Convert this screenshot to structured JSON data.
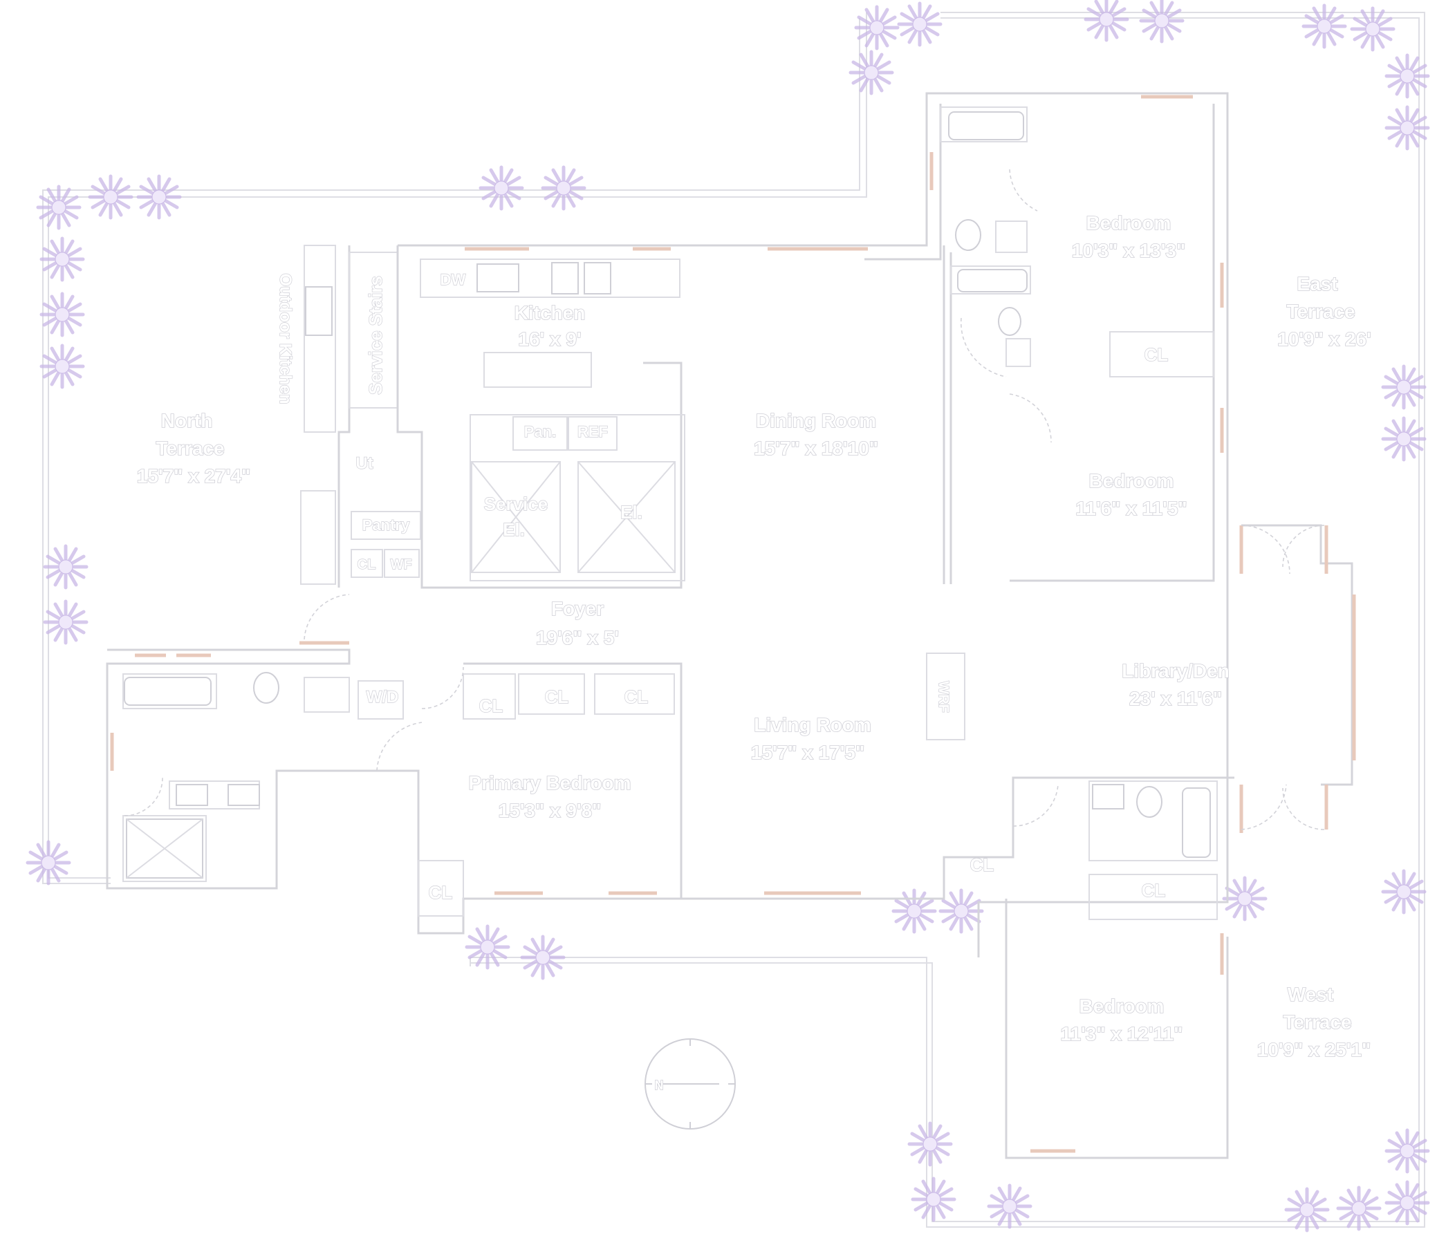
{
  "colors": {
    "background": "#ffffff",
    "walls": "#d4d4da",
    "windows": "#e8c9bb",
    "plants": "#c9b8e6",
    "text_outline": "#cfcfd6"
  },
  "rooms": {
    "north_terrace": {
      "name_line1": "North",
      "name_line2": "Terrace",
      "dims": "15'7\" x 27'4\""
    },
    "kitchen": {
      "name": "Kitchen",
      "dims": "16' x 9'"
    },
    "dining_room": {
      "name": "Dining Room",
      "dims": "15'7\" x 18'10\""
    },
    "bedroom_ne": {
      "name": "Bedroom",
      "dims": "10'3\" x 13'3\""
    },
    "bedroom_e": {
      "name": "Bedroom",
      "dims": "11'6\" x 11'5\""
    },
    "east_terrace": {
      "name_line1": "East",
      "name_line2": "Terrace",
      "dims": "10'9\" x 26'"
    },
    "foyer": {
      "name": "Foyer",
      "dims": "19'6\" x 5'"
    },
    "library_den": {
      "name": "Library/Den",
      "dims": "23' x 11'6\""
    },
    "living_room": {
      "name": "Living Room",
      "dims": "15'7\" x 17'5\""
    },
    "primary_bedroom": {
      "name": "Primary Bedroom",
      "dims": "15'3\" x 9'8\""
    },
    "bedroom_se": {
      "name": "Bedroom",
      "dims": "11'3\" x 12'11\""
    },
    "west_terrace": {
      "name_line1": "West",
      "name_line2": "Terrace",
      "dims": "10'9\" x 25'1\""
    }
  },
  "fixtures": {
    "service_stairs": "Service Stairs",
    "outdoor_kitchen": "Outdoor Kitchen",
    "dw": "DW",
    "ut": "Ut",
    "pantry": "Pantry",
    "cl": "CL",
    "wf": "WF",
    "pan": "Pan.",
    "ref": "REF",
    "service_el_1": "Service",
    "service_el_2": "El.",
    "el": "El.",
    "wd": "W/D",
    "wrf": "WRF"
  }
}
